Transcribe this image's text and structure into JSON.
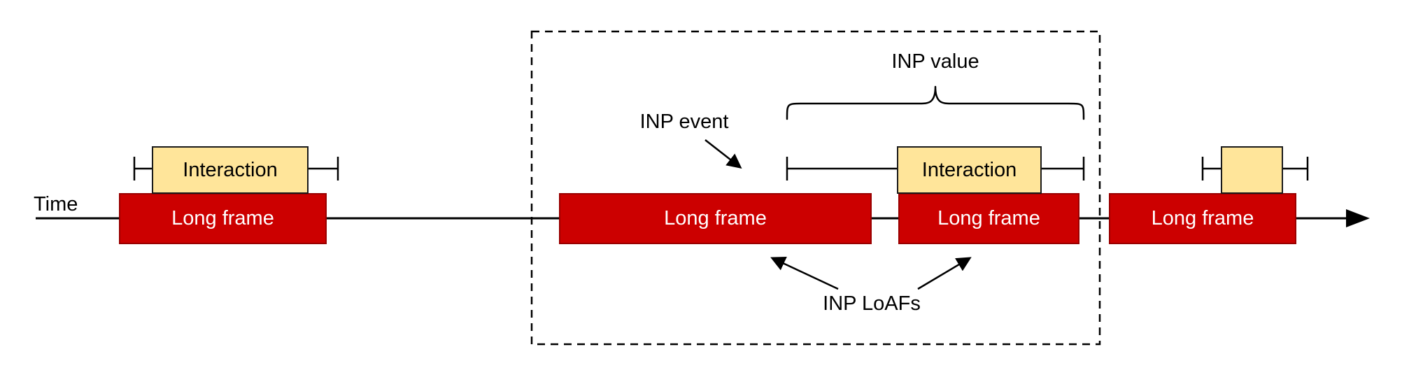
{
  "diagram": {
    "timeline": {
      "label": "Time"
    },
    "annotations": {
      "inp_value": "INP value",
      "inp_event": "INP event",
      "inp_loafs": "INP LoAFs"
    },
    "frames": [
      {
        "label": "Long frame"
      },
      {
        "label": "Long frame"
      },
      {
        "label": "Long frame"
      },
      {
        "label": "Long frame"
      }
    ],
    "interactions": [
      {
        "label": "Interaction"
      },
      {
        "label": "Interaction"
      },
      {
        "label": ""
      }
    ],
    "colors": {
      "frame_fill": "#cc0000",
      "frame_border": "#990000",
      "frame_text": "#ffffff",
      "interaction_fill": "#ffe59a",
      "interaction_border": "#1a1a1a",
      "line": "#000000",
      "text": "#000000"
    }
  }
}
